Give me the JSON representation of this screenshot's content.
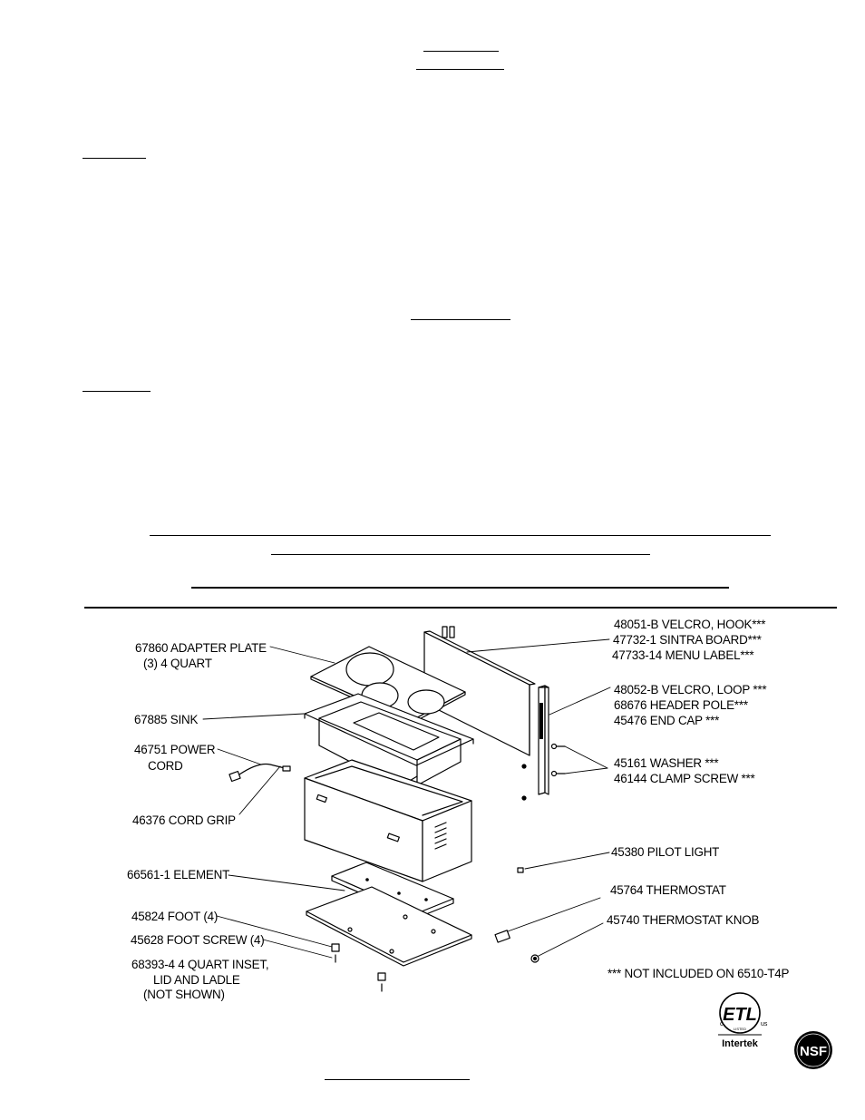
{
  "callouts": {
    "adapter_plate": "67860 ADAPTER PLATE",
    "adapter_plate_sub": "(3) 4 QUART",
    "sink": "67885 SINK",
    "power_cord": "46751 POWER",
    "power_cord_sub": "CORD",
    "cord_grip": "46376 CORD GRIP",
    "element": "66561-1 ELEMENT",
    "foot": "45824 FOOT (4)",
    "foot_screw": "45628 FOOT SCREW (4)",
    "inset": "68393-4 4 QUART INSET,",
    "inset_sub1": "LID AND LADLE",
    "inset_sub2": "(NOT SHOWN)",
    "velcro_hook": "48051-B VELCRO, HOOK***",
    "sintra_board": "47732-1 SINTRA BOARD***",
    "menu_label": "47733-14 MENU LABEL***",
    "velcro_loop": "48052-B VELCRO, LOOP ***",
    "header_pole": "68676 HEADER POLE***",
    "end_cap": "45476 END CAP ***",
    "washer": "45161 WASHER ***",
    "clamp_screw": "46144 CLAMP SCREW ***",
    "pilot_light": "45380 PILOT LIGHT",
    "thermostat": "45764 THERMOSTAT",
    "thermostat_knob": "45740 THERMOSTAT KNOB",
    "not_included": "*** NOT INCLUDED ON 6510-T4P"
  },
  "logos": {
    "etl_mark": "ETL",
    "etl_c": "c",
    "etl_us": "us",
    "etl_listed": "LISTED",
    "intertek": "Intertek",
    "nsf": "NSF"
  }
}
